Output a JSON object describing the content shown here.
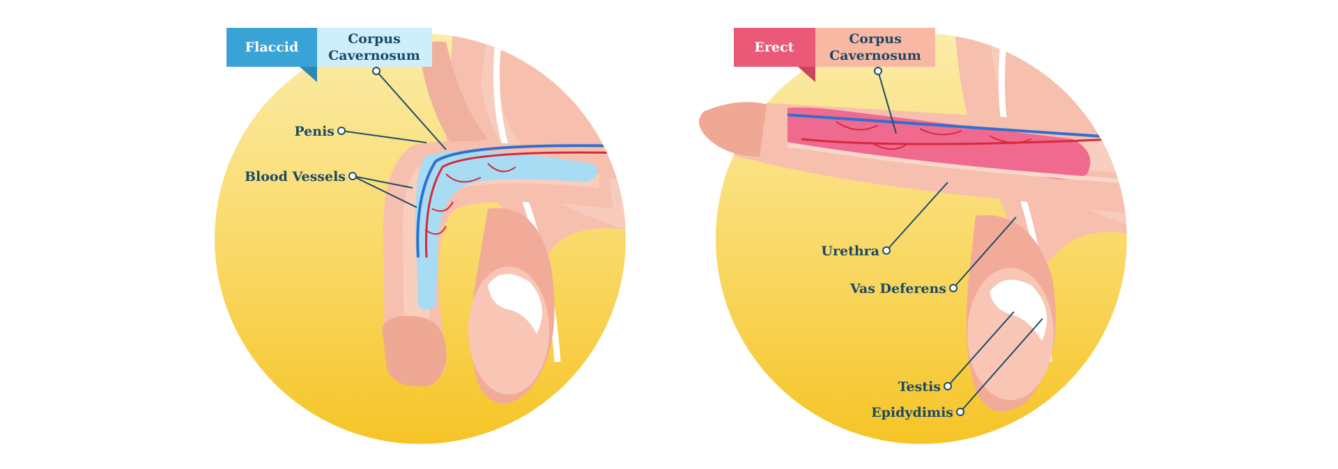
{
  "panels": {
    "flaccid": {
      "state_tag": "Flaccid",
      "title_line1": "Corpus",
      "title_line2": "Cavernosum",
      "labels": {
        "penis": "Penis",
        "blood_vessels": "Blood Vessels"
      }
    },
    "erect": {
      "state_tag": "Erect",
      "title_line1": "Corpus",
      "title_line2": "Cavernosum",
      "labels": {
        "urethra": "Urethra",
        "vas_deferens": "Vas Deferens",
        "testis": "Testis",
        "epidydimis": "Epidydimis"
      }
    }
  },
  "colors": {
    "circle_top": "#fbe9a6",
    "circle_bottom": "#f7c52a",
    "skin": "#f6bfae",
    "skin_dark": "#e89a88",
    "skin_light": "#fde3d8",
    "flaccid_tag": "#3aa3d6",
    "flaccid_title_bg": "#cdeefa",
    "erect_tag": "#ea5a78",
    "erect_title_bg": "#f9b8a3",
    "blood_blue": "#2f6fd0",
    "blood_red": "#d6283c",
    "cavernosum_blue": "#9fd8f2",
    "cavernosum_pink": "#f06a8f",
    "label_text": "#1a4a66"
  }
}
